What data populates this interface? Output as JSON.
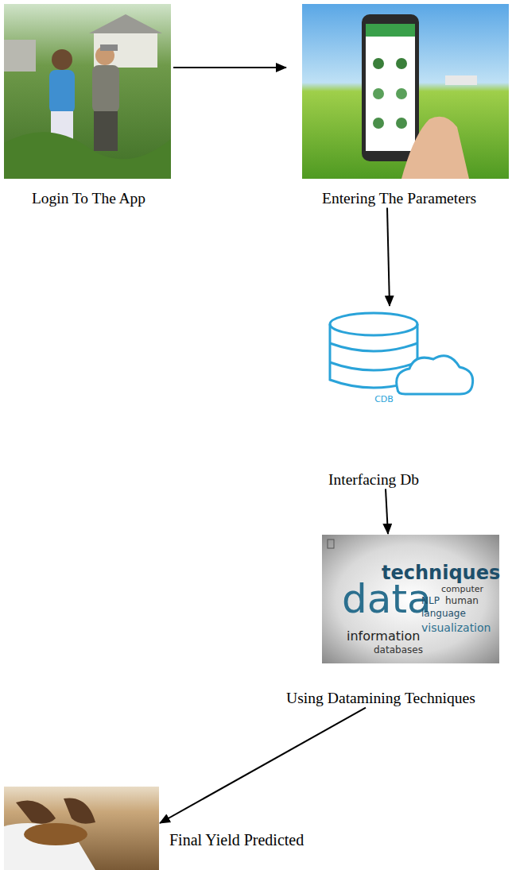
{
  "diagram": {
    "nodes": [
      {
        "text": [
          "Login To The App"
        ]
      },
      {
        "text": [
          "Entering The Parameters"
        ]
      },
      {
        "text": [
          "Interfacing Db"
        ]
      },
      {
        "text": [
          "Using Datamining Techniques"
        ]
      },
      {
        "text": [
          "Final Yield Predicted"
        ]
      }
    ],
    "edges": [
      {
        "from": 0,
        "to": 1,
        "arrow": "to"
      },
      {
        "from": 1,
        "to": 2,
        "arrow": "to"
      },
      {
        "from": 2,
        "to": 3,
        "arrow": "to"
      },
      {
        "from": 3,
        "to": 4,
        "arrow": "to"
      }
    ],
    "labels": [
      "CDB",
      "techniques",
      "data",
      "computer",
      "NLP",
      "human",
      "language",
      "visualization",
      "information",
      "databases"
    ]
  }
}
